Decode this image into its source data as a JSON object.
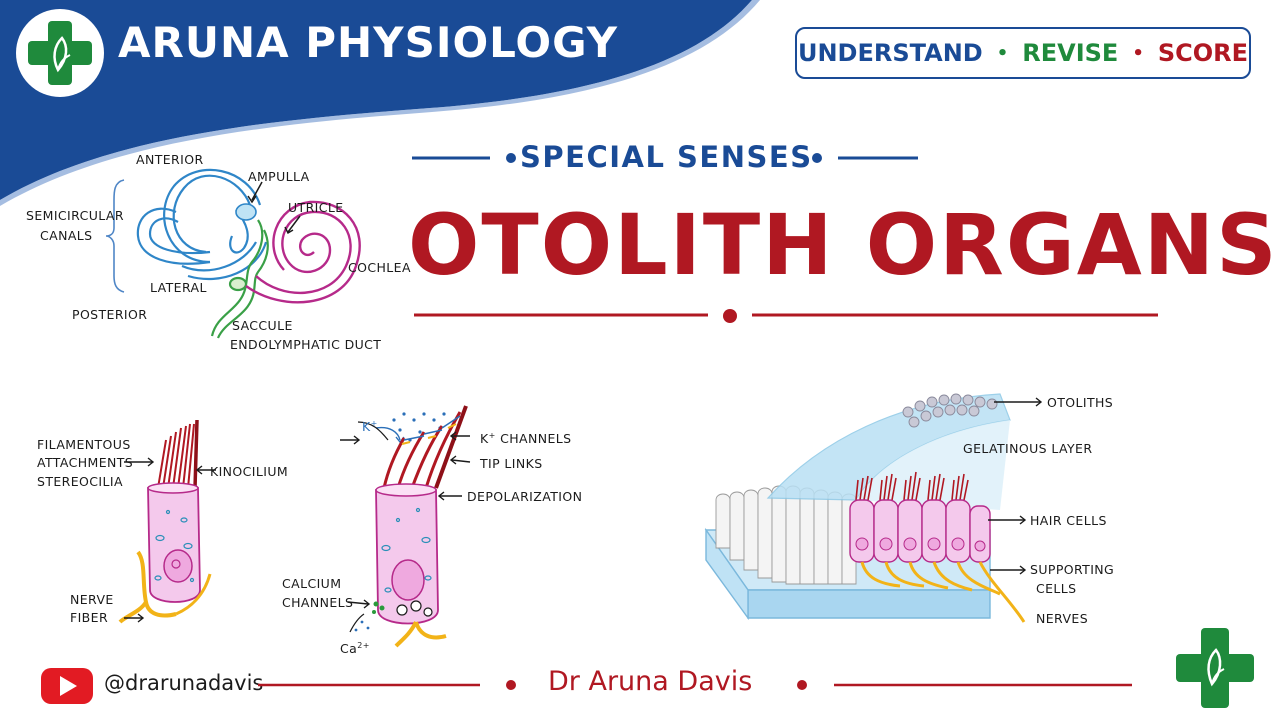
{
  "header": {
    "brand_title": "ARUNA PHYSIOLOGY",
    "tagline": {
      "w1": "UNDERSTAND",
      "w2": "REVISE",
      "w3": "SCORE",
      "sep": "•"
    },
    "logo_icon": "green-cross-with-leaf-icon"
  },
  "title_block": {
    "section_label": "SPECIAL SENSES",
    "main_title": "OTOLITH ORGANS"
  },
  "inner_ear": {
    "anterior": "ANTERIOR",
    "ampulla": "AMPULLA",
    "utricle": "UTRICLE",
    "semicircular_1": "SEMICIRCULAR",
    "semicircular_2": "CANALS",
    "cochlea": "COCHLEA",
    "lateral": "LATERAL",
    "posterior": "POSTERIOR",
    "saccule": "SACCULE",
    "endolymphatic": "ENDOLYMPHATIC DUCT"
  },
  "hair_cell_rest": {
    "filamentous_1": "FILAMENTOUS",
    "filamentous_2": "ATTACHMENTS",
    "stereocilia": "STEREOCILIA",
    "kinocilium": "KINOCILIUM",
    "nerve_1": "NERVE",
    "nerve_2": "FIBER"
  },
  "hair_cell_active": {
    "k_ion": "K",
    "k_channels": "K",
    "k_channels_rest": " CHANNELS",
    "tip_links": "TIP LINKS",
    "depolarization": "DEPOLARIZATION",
    "calcium_1": "CALCIUM",
    "calcium_2": "CHANNELS",
    "ca_ion": "Ca",
    "ca_charge": "2+",
    "plus": "+"
  },
  "macula": {
    "otoliths": "OTOLITHS",
    "gelatinous": "GELATINOUS LAYER",
    "hair_cells": "HAIR CELLS",
    "supporting_1": "SUPPORTING",
    "supporting_2": "CELLS",
    "nerves": "NERVES"
  },
  "footer": {
    "youtube_icon": "youtube-play-icon",
    "handle": "@drarunadavis",
    "author": "Dr Aruna Davis"
  },
  "colors": {
    "brand_blue": "#1a4b96",
    "title_red": "#b01822",
    "logo_green": "#1f8a3c",
    "cell_pink": "#f4c9ec",
    "nerve_yellow": "#f2b318"
  }
}
